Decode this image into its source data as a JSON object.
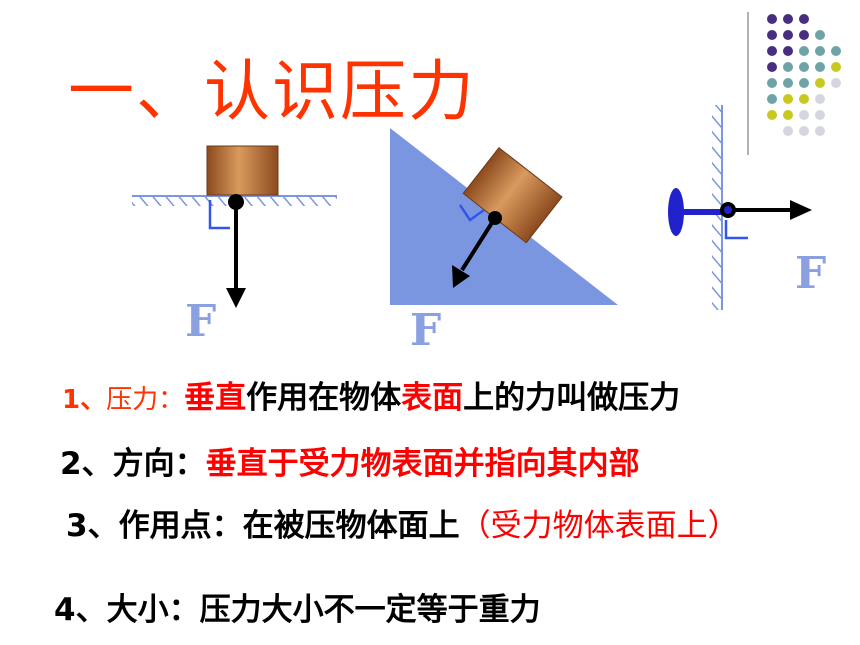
{
  "title": "一、认识压力",
  "force_label": "F",
  "lines": {
    "l1": {
      "num": "1、",
      "term": "压力：",
      "red1": "垂直",
      "mid": "作用在物体",
      "red2": "表面",
      "end": "上的力叫做压力"
    },
    "l2": {
      "num": "2、",
      "term": "方向：",
      "red": "垂直于受力物表面并指向其内部"
    },
    "l3": {
      "num": "3、",
      "term": "作用点：",
      "text": "在被压物体面上",
      "red": "（受力物体表面上）"
    },
    "l4": {
      "num": "4、",
      "term": "大小：",
      "text": "压力大小不一定等于重力"
    }
  },
  "colors": {
    "title": "#ff3300",
    "emphasis": "#ff0000",
    "incline": "#7b96e0",
    "block": "#b86a2e",
    "decor_purple": "#4b2d7f",
    "decor_teal": "#6fa3a5",
    "decor_yellow": "#c8c81e",
    "decor_gray": "#d5d7e0"
  }
}
